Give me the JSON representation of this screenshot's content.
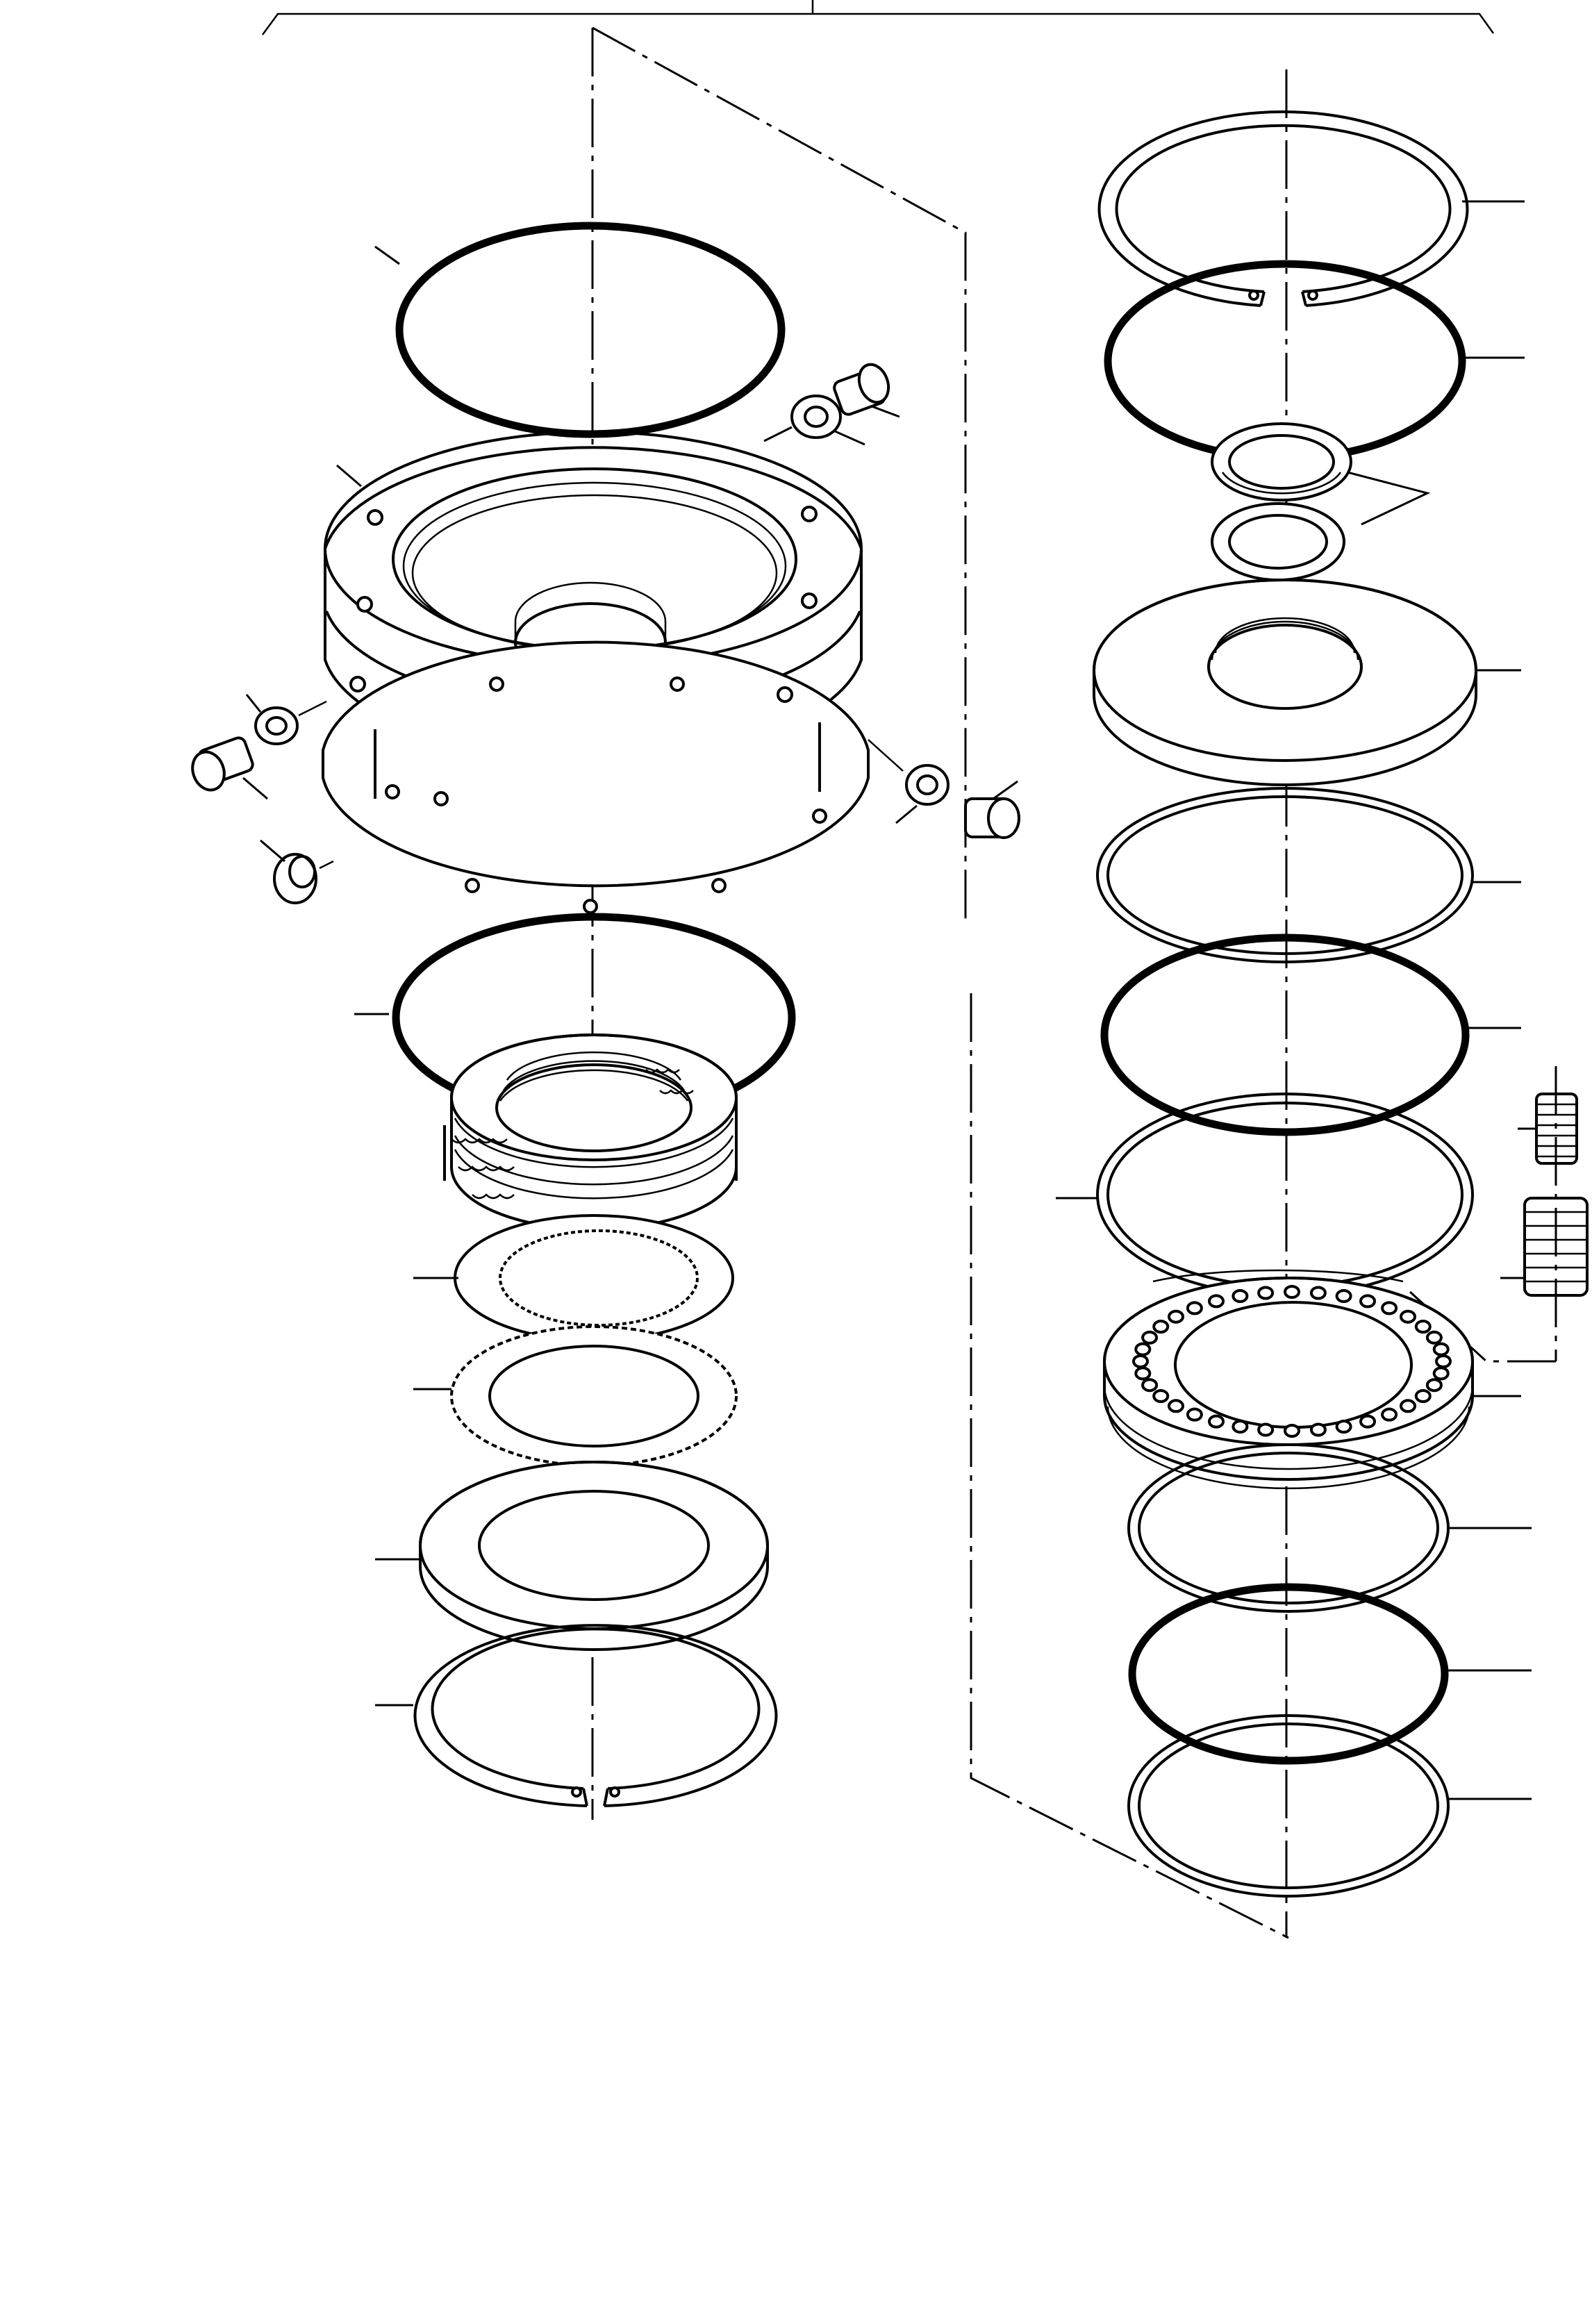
{
  "figure": {
    "kind": "exploded parts view",
    "labels_printed": false,
    "left_column": [
      "thick-o-ring",
      "housing",
      "plug",
      "washer",
      "large-o-ring",
      "clutch-pack",
      "outer-plate",
      "friction-disc",
      "thrust-plate",
      "snap-ring"
    ],
    "right_column": [
      "snap-ring",
      "thick-o-ring",
      "bearing-pair",
      "piston-disc",
      "seal-ring",
      "thick-o-ring",
      "seal-ring",
      "small-spring",
      "large-spring",
      "piston",
      "seal-ring",
      "thick-o-ring",
      "seal-ring"
    ]
  }
}
